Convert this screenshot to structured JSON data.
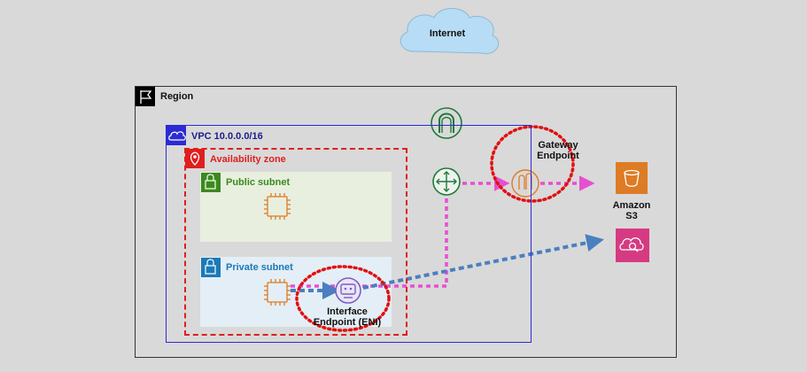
{
  "internet": {
    "label": "Internet"
  },
  "region": {
    "label": "Region"
  },
  "vpc": {
    "label": "VPC  10.0.0.0/16"
  },
  "availability_zone": {
    "label": "Availability zone"
  },
  "public_subnet": {
    "label": "Public subnet"
  },
  "private_subnet": {
    "label": "Private subnet"
  },
  "gateway_endpoint": {
    "line1": "Gateway",
    "line2": "Endpoint"
  },
  "interface_endpoint": {
    "line1": "Interface",
    "line2": "Endpoint (ENI)"
  },
  "amazon_s3": {
    "line1": "Amazon",
    "line2": "S3"
  },
  "colors": {
    "region_border": "#333333",
    "vpc_border": "#2b2bd6",
    "availability_zone": "#e01e1e",
    "public_subnet": "#3b8a1e",
    "private_subnet": "#1a7ab8",
    "gateway_path": "#e74fd0",
    "interface_path": "#4a7fc0",
    "endpoint_highlight": "#e01010",
    "ec2": "#de7b25",
    "s3": "#de7b25",
    "internet_gateway": "#1f7a3a"
  },
  "icons": {
    "region": "flag-icon",
    "vpc": "cloud-icon",
    "availability_zone": "location-pin-icon",
    "subnet": "lock-icon",
    "ec2": "chip-icon",
    "internet_gateway": "internet-gateway-icon",
    "router": "router-icon",
    "gateway_endpoint": "gateway-endpoint-icon",
    "interface_endpoint": "interface-endpoint-icon",
    "s3": "bucket-icon",
    "other_service": "cloud-search-icon"
  }
}
